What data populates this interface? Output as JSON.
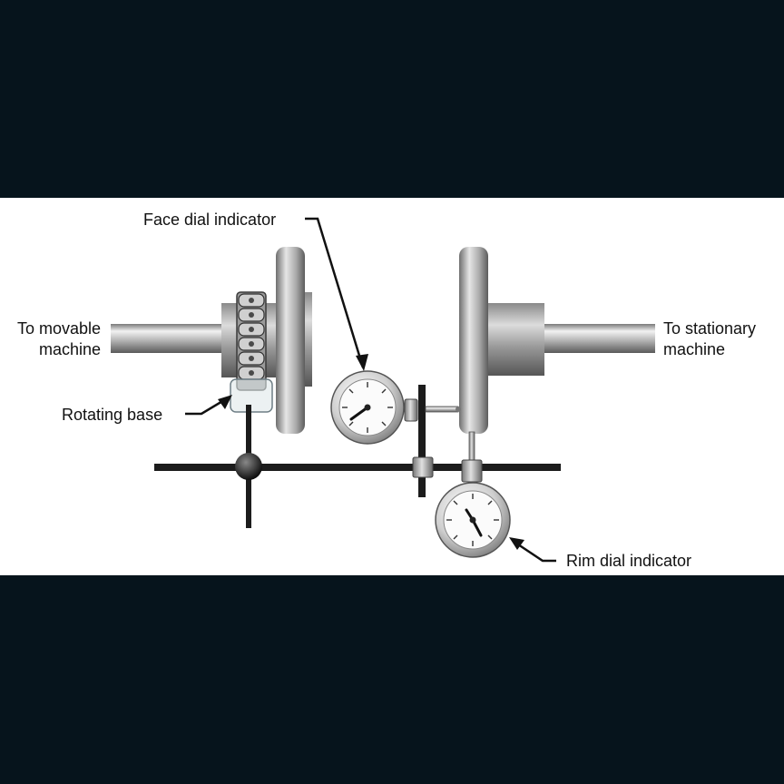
{
  "labels": {
    "face_dial": "Face dial indicator",
    "movable_line1": "To movable",
    "movable_line2": "machine",
    "stationary_line1": "To stationary",
    "stationary_line2": "machine",
    "rotating_base": "Rotating base",
    "rim_dial": "Rim dial indicator"
  },
  "colors": {
    "frame": "#06141c",
    "panel": "#ffffff",
    "text": "#111111",
    "metal_light": "#e8e8e8",
    "metal_dark": "#6a6a6a",
    "bar": "#1c1c1c"
  }
}
